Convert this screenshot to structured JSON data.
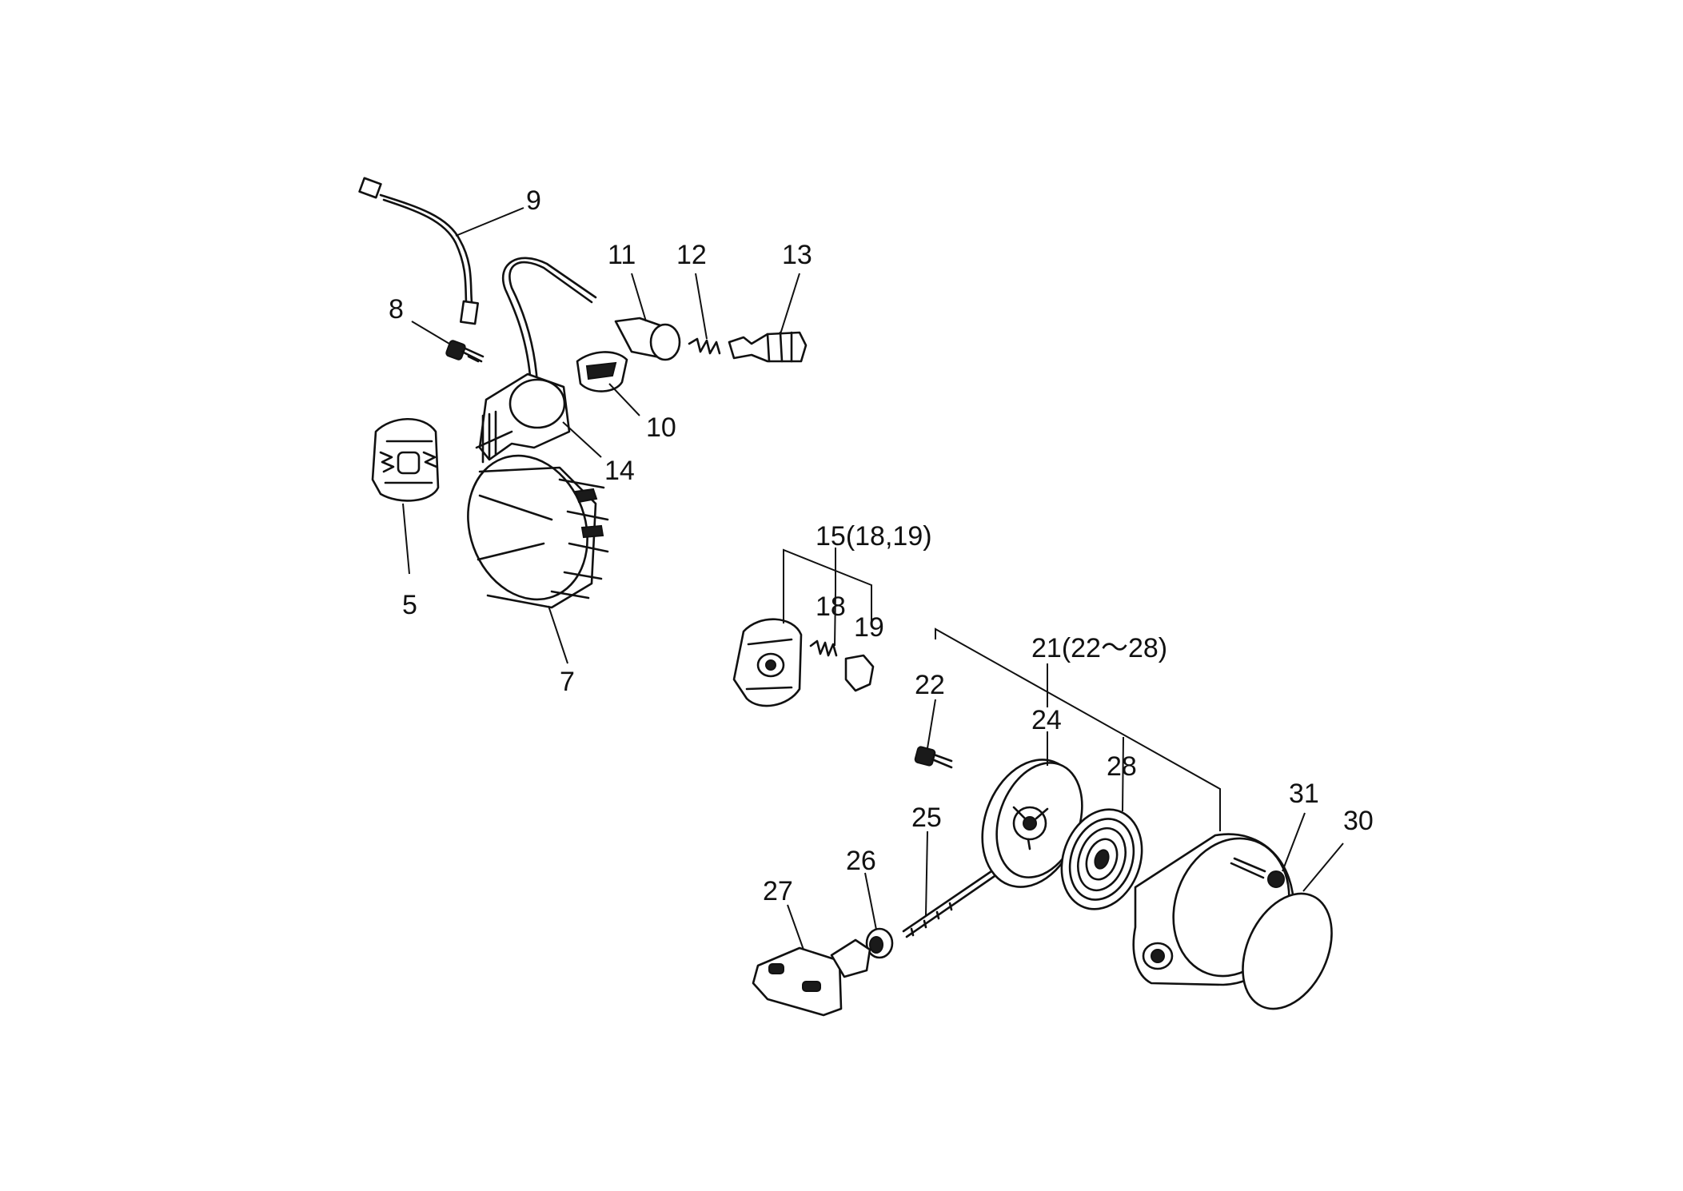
{
  "callouts": {
    "p5": "5",
    "p7": "7",
    "p8": "8",
    "p9": "9",
    "p10": "10",
    "p11": "11",
    "p12": "12",
    "p13": "13",
    "p14": "14",
    "p15": "15(18,19)",
    "p18": "18",
    "p19": "19",
    "p21": "21(22～28)",
    "p22": "22",
    "p24": "24",
    "p25": "25",
    "p26": "26",
    "p27": "27",
    "p28": "28",
    "p30": "30",
    "p31": "31"
  },
  "colors": {
    "ink": "#111111",
    "background": "#ffffff"
  }
}
